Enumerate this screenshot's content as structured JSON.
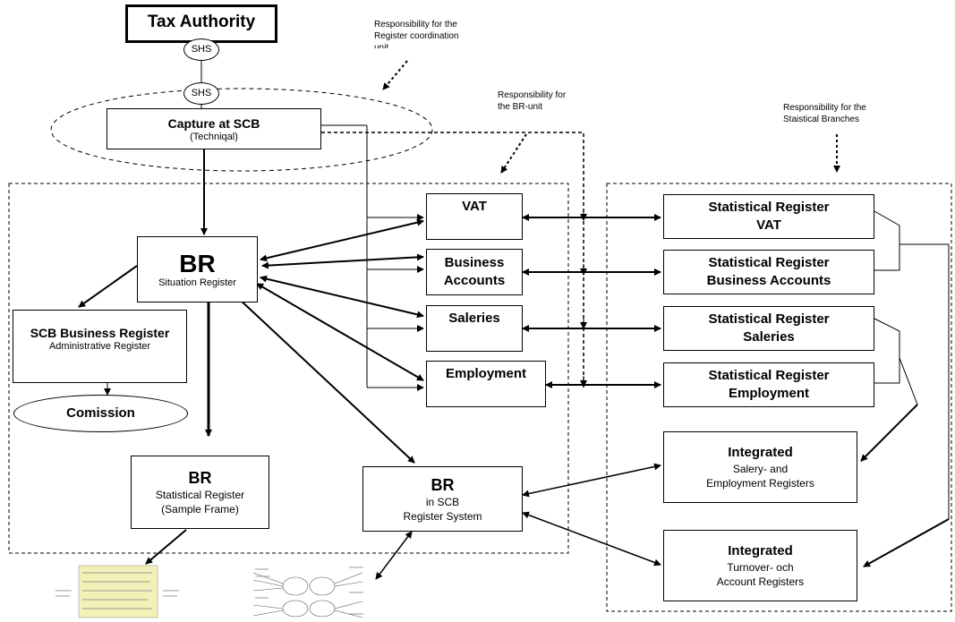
{
  "tax_authority": "Tax Authority",
  "shs_top": "SHS",
  "shs_bottom": "SHS",
  "capture": {
    "title": "Capture at  SCB",
    "subtitle": "(Techniqal)"
  },
  "notes": {
    "coordination": [
      "Responsibility for the",
      "Register coordination",
      "unit"
    ],
    "br_unit": [
      "Responsibility for",
      "the BR-unit"
    ],
    "branches": [
      "Responsibility for the",
      "Staistical Branches"
    ]
  },
  "br_situation": {
    "title": "BR",
    "subtitle": "Situation Register"
  },
  "scb_business": {
    "title": "SCB Business Register",
    "subtitle": "Administrative Register"
  },
  "comission": "Comission",
  "br_statistical": {
    "title": "BR",
    "line1": "Statistical Register",
    "line2": "(Sample Frame)"
  },
  "br_scb": {
    "title": "BR",
    "line1": "in SCB",
    "line2": "Register System"
  },
  "vat": "VAT",
  "business_accounts": [
    "Business",
    "Accounts"
  ],
  "saleries": "Saleries",
  "employment": "Employment",
  "stat_vat": [
    "Statistical Register",
    "VAT"
  ],
  "stat_business": [
    "Statistical Register",
    "Business Accounts"
  ],
  "stat_saleries": [
    "Statistical Register",
    "Saleries"
  ],
  "stat_employment": [
    "Statistical Register",
    "Employment"
  ],
  "integrated1": {
    "title": "Integrated",
    "line1": "Salery- and",
    "line2": "Employment Registers"
  },
  "integrated2": {
    "title": "Integrated",
    "line1": "Turnover- och",
    "line2": "Account Registers"
  }
}
